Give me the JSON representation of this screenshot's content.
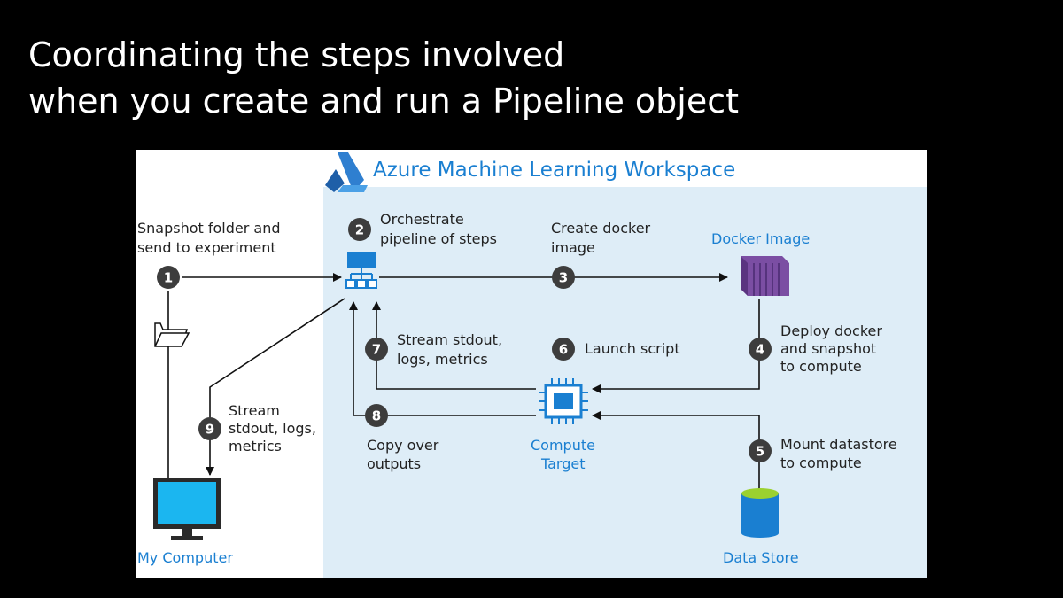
{
  "title": {
    "line1": "Coordinating the steps involved",
    "line2": "when you create and run a Pipeline object"
  },
  "workspace": {
    "label": "Azure Machine Learning Workspace"
  },
  "steps": [
    {
      "num": "1",
      "line1": "Snapshot folder and",
      "line2": "send to experiment"
    },
    {
      "num": "2",
      "line1": "Orchestrate",
      "line2": "pipeline of steps"
    },
    {
      "num": "3",
      "line1": "Create docker",
      "line2": "image"
    },
    {
      "num": "4",
      "line1": "Deploy docker",
      "line2": "and snapshot",
      "line3": "to compute"
    },
    {
      "num": "5",
      "line1": "Mount datastore",
      "line2": "to compute"
    },
    {
      "num": "6",
      "line1": "Launch script"
    },
    {
      "num": "7",
      "line1": "Stream stdout,",
      "line2": "logs, metrics"
    },
    {
      "num": "8",
      "line1": "Copy over",
      "line2": "outputs"
    },
    {
      "num": "9",
      "line1": "Stream",
      "line2": "stdout, logs,",
      "line3": "metrics"
    }
  ],
  "nodes": {
    "docker_image": "Docker Image",
    "compute_line1": "Compute",
    "compute_line2": "Target",
    "data_store": "Data Store",
    "my_computer": "My Computer"
  },
  "icons": [
    "azure-ml-logo-icon",
    "folder-icon",
    "pipeline-icon",
    "docker-image-icon",
    "compute-chip-icon",
    "data-store-icon",
    "monitor-icon"
  ],
  "colors": {
    "accent_blue": "#1a7fd1",
    "workspace_bg": "#deedf7",
    "docker_purple": "#7b4ea3",
    "datastore_green": "#9bd12f",
    "step_badge": "#3d3d3d"
  }
}
